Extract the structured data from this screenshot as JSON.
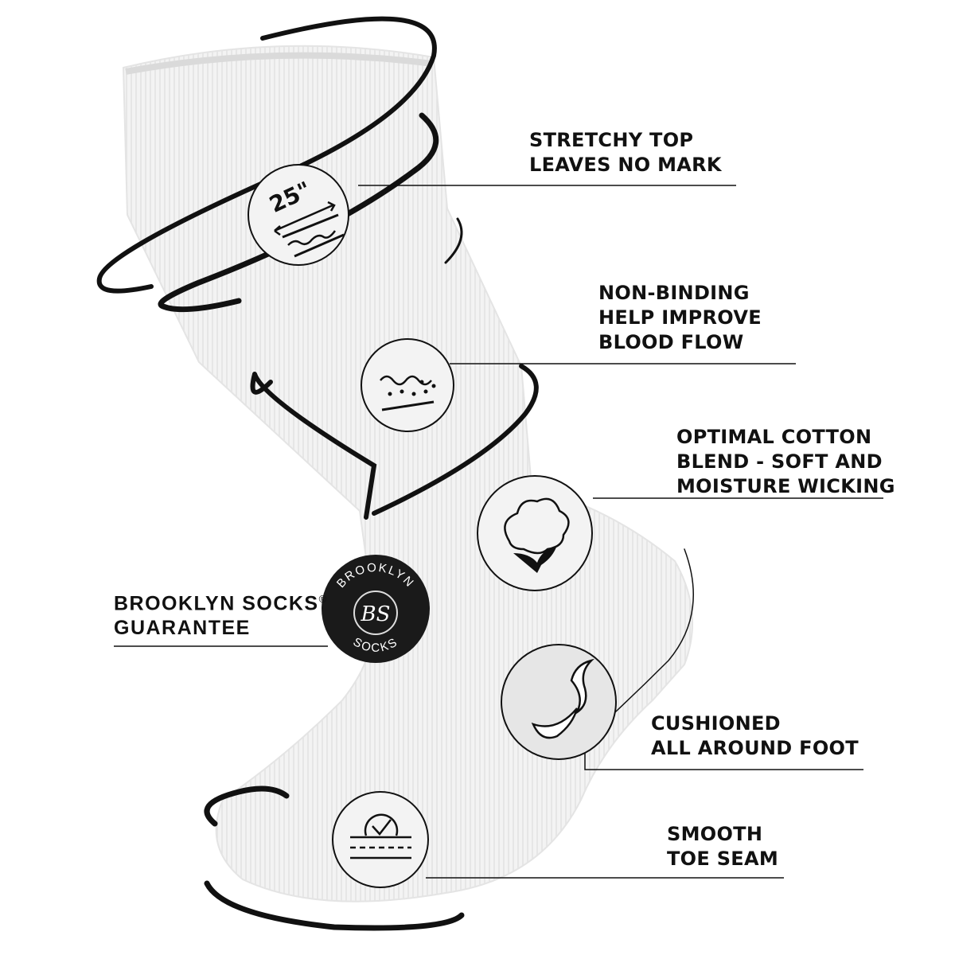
{
  "features": [
    {
      "id": "stretchy-top",
      "lines": [
        "STRETCHY TOP",
        "LEAVES NO MARK"
      ],
      "icon": "stretch-25-inch-icon",
      "icon_text": "25\""
    },
    {
      "id": "non-binding",
      "lines": [
        "NON-BINDING",
        "HELP IMPROVE",
        "BLOOD FLOW"
      ],
      "icon": "circulation-wave-icon"
    },
    {
      "id": "cotton-blend",
      "lines": [
        "OPTIMAL COTTON",
        "BLEND - SOFT AND",
        "MOISTURE WICKING"
      ],
      "icon": "cotton-flower-icon"
    },
    {
      "id": "cushioned",
      "lines": [
        "CUSHIONED",
        "ALL AROUND FOOT"
      ],
      "icon": "cushion-icon"
    },
    {
      "id": "toe-seam",
      "lines": [
        "SMOOTH",
        "TOE SEAM"
      ],
      "icon": "smooth-seam-check-icon"
    }
  ],
  "guarantee": {
    "lines": [
      "BROOKLYN SOCKS",
      "GUARANTEE"
    ],
    "trademark": "®"
  },
  "logo": {
    "top": "BROOKLYN",
    "bottom": "SOCKS",
    "monogram": "BS"
  },
  "colors": {
    "ink": "#111111",
    "sock": "#f1f1f1",
    "logo_bg": "#1a1a1a"
  }
}
